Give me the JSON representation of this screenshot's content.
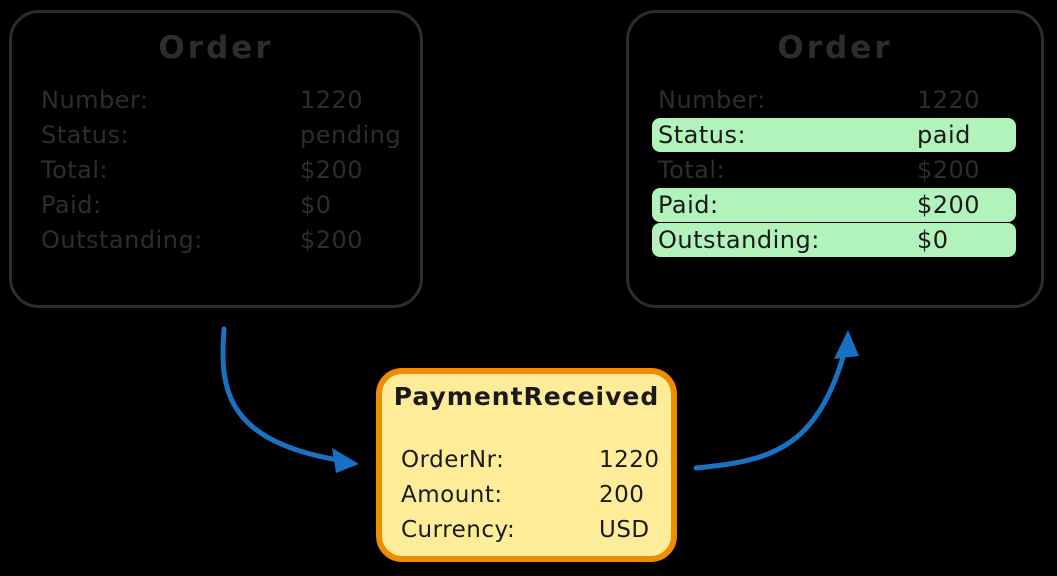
{
  "colors": {
    "background": "#000000",
    "ink": "#2d2d2d",
    "ink-strong": "#1a1a1a",
    "highlight-green": "#b2f2bb",
    "event-fill": "#ffec99",
    "event-border": "#f08c00",
    "arrow-blue": "#1971c2"
  },
  "order_before": {
    "title": "Order",
    "rows": [
      {
        "label": "Number:",
        "value": "1220",
        "highlight": false
      },
      {
        "label": "Status:",
        "value": "pending",
        "highlight": false
      },
      {
        "label": "Total:",
        "value": "$200",
        "highlight": false
      },
      {
        "label": "Paid:",
        "value": "$0",
        "highlight": false
      },
      {
        "label": "Outstanding:",
        "value": "$200",
        "highlight": false
      }
    ]
  },
  "order_after": {
    "title": "Order",
    "rows": [
      {
        "label": "Number:",
        "value": "1220",
        "highlight": false
      },
      {
        "label": "Status:",
        "value": "paid",
        "highlight": true
      },
      {
        "label": "Total:",
        "value": "$200",
        "highlight": false
      },
      {
        "label": "Paid:",
        "value": "$200",
        "highlight": true
      },
      {
        "label": "Outstanding:",
        "value": "$0",
        "highlight": true
      }
    ]
  },
  "event": {
    "title": "PaymentReceived",
    "rows": [
      {
        "label": "OrderNr:",
        "value": "1220"
      },
      {
        "label": "Amount:",
        "value": "200"
      },
      {
        "label": "Currency:",
        "value": "USD"
      }
    ]
  }
}
